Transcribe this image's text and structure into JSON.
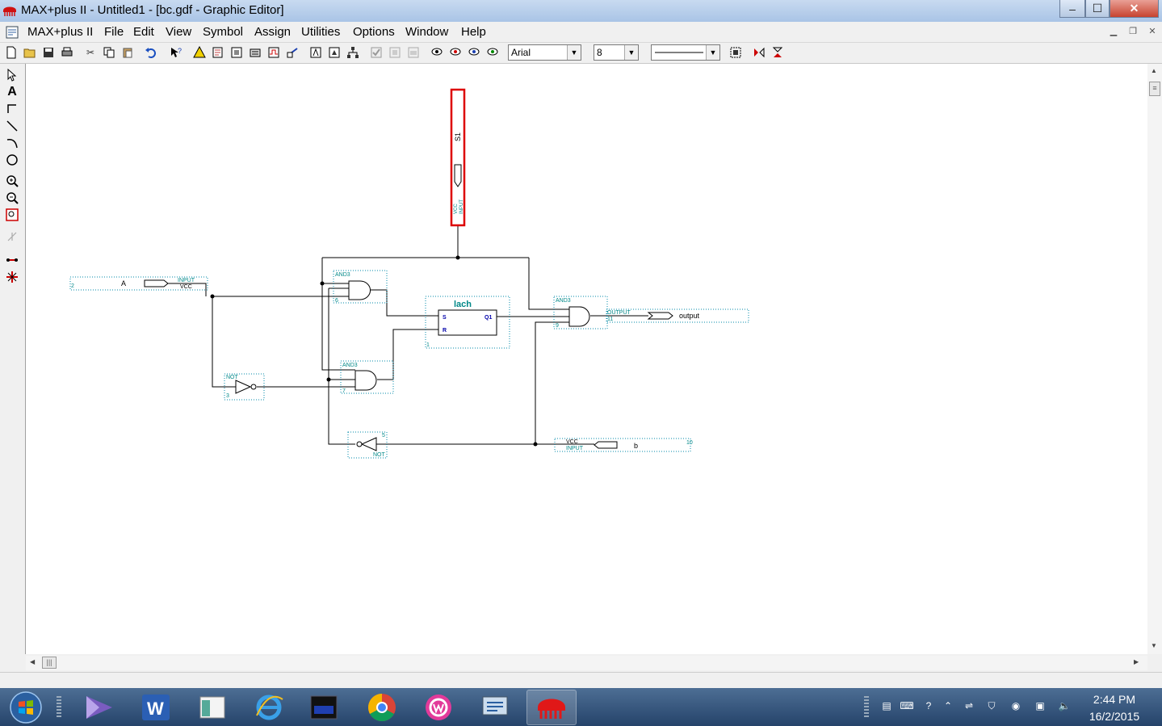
{
  "window": {
    "title": "MAX+plus II - Untitled1 - [bc.gdf - Graphic Editor]",
    "minimize_label": "–",
    "maximize_label": "☐",
    "close_label": "✕"
  },
  "menu": {
    "items": [
      "MAX+plus II",
      "File",
      "Edit",
      "View",
      "Symbol",
      "Assign",
      "Utilities",
      "Options",
      "Window",
      "Help"
    ]
  },
  "toolbar": {
    "font_name": "Arial",
    "font_size": "8"
  },
  "schematic": {
    "input_a": {
      "name": "A",
      "type": "INPUT",
      "vcc": "VCC",
      "number": "2"
    },
    "input_s1": {
      "name": "S1",
      "type": "INPUT",
      "vcc": "VCC"
    },
    "input_b": {
      "name": "b",
      "type": "INPUT",
      "vcc": "VCC",
      "number": "10"
    },
    "output": {
      "name": "output",
      "type": "OUTPUT",
      "number": "11"
    },
    "gate_and1": {
      "type": "AND3",
      "number": "6"
    },
    "gate_and2": {
      "type": "AND3",
      "number": "7"
    },
    "gate_and3": {
      "type": "AND3",
      "number": "9"
    },
    "gate_not1": {
      "type": "NOT",
      "number": "3"
    },
    "gate_not2": {
      "type": "NOT",
      "number": "5"
    },
    "latch": {
      "name": "lach",
      "pin_s": "S",
      "pin_r": "R",
      "pin_q": "Q1",
      "number": "1"
    }
  },
  "taskbar": {
    "time": "2:44 PM",
    "date": "16/2/2015"
  }
}
